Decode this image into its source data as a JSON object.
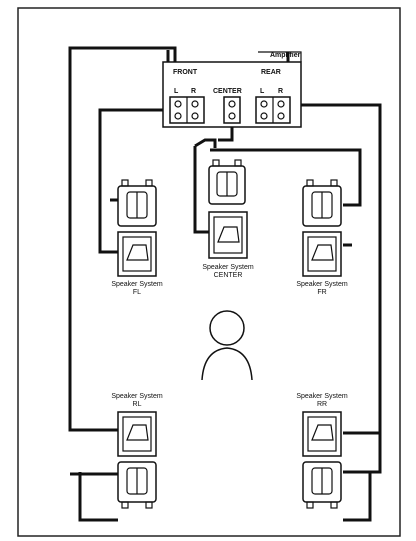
{
  "amplifier": {
    "title": "Amplifier",
    "front_label": "FRONT",
    "center_label": "CENTER",
    "rear_label": "REAR",
    "front_l": "L",
    "front_r": "R",
    "rear_l": "L",
    "rear_r": "R"
  },
  "speakers": {
    "fl": {
      "line1": "Speaker System",
      "line2": "FL"
    },
    "center": {
      "line1": "Speaker System",
      "line2": "CENTER"
    },
    "fr": {
      "line1": "Speaker System",
      "line2": "FR"
    },
    "rl": {
      "line1": "Speaker System",
      "line2": "RL"
    },
    "rr": {
      "line1": "Speaker System",
      "line2": "RR"
    }
  }
}
